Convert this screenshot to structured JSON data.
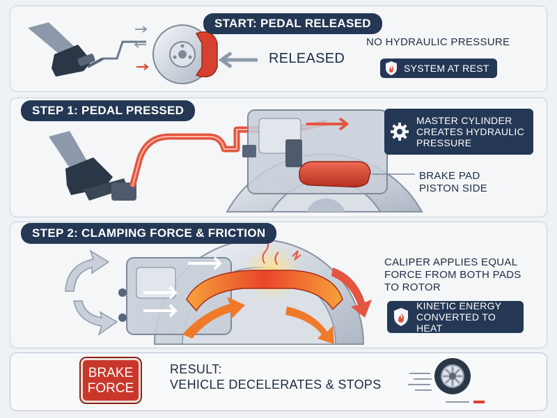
{
  "header": {
    "title": "START: PEDAL RELEASED"
  },
  "released": {
    "state_label": "RELEASED",
    "pressure_text": "NO HYDRAULIC PRESSURE",
    "status_badge": "SYSTEM AT REST",
    "status_icon": "shield-flame-icon"
  },
  "step1": {
    "title": "STEP 1: PEDAL PRESSED",
    "master_badge": "MASTER CYLINDER\nCREATES HYDRAULIC\nPRESSURE",
    "master_icon": "gear-icon",
    "pad_label_line1": "BRAKE PAD",
    "pad_label_line2": "PISTON SIDE"
  },
  "step2": {
    "title": "STEP 2: CLAMPING FORCE & FRICTION",
    "caliper_line1": "CALIPER APPLIES EQUAL",
    "caliper_line2": "FORCE FROM BOTH PADS",
    "caliper_line3": "TO ROTOR",
    "heat_badge": "KINETIC ENERGY\nCONVERTED TO HEAT",
    "heat_icon": "shield-flame-icon"
  },
  "result": {
    "logo_line1": "BRAKE",
    "logo_line2": "FORCE",
    "heading": "RESULT:",
    "text": "VEHICLE DECELERATES & STOPS",
    "wheel_icon": "wheel-icon"
  },
  "colors": {
    "navy": "#243754",
    "red": "#d8412f",
    "orange": "#f07a2a",
    "steel": "#8d99aa"
  }
}
